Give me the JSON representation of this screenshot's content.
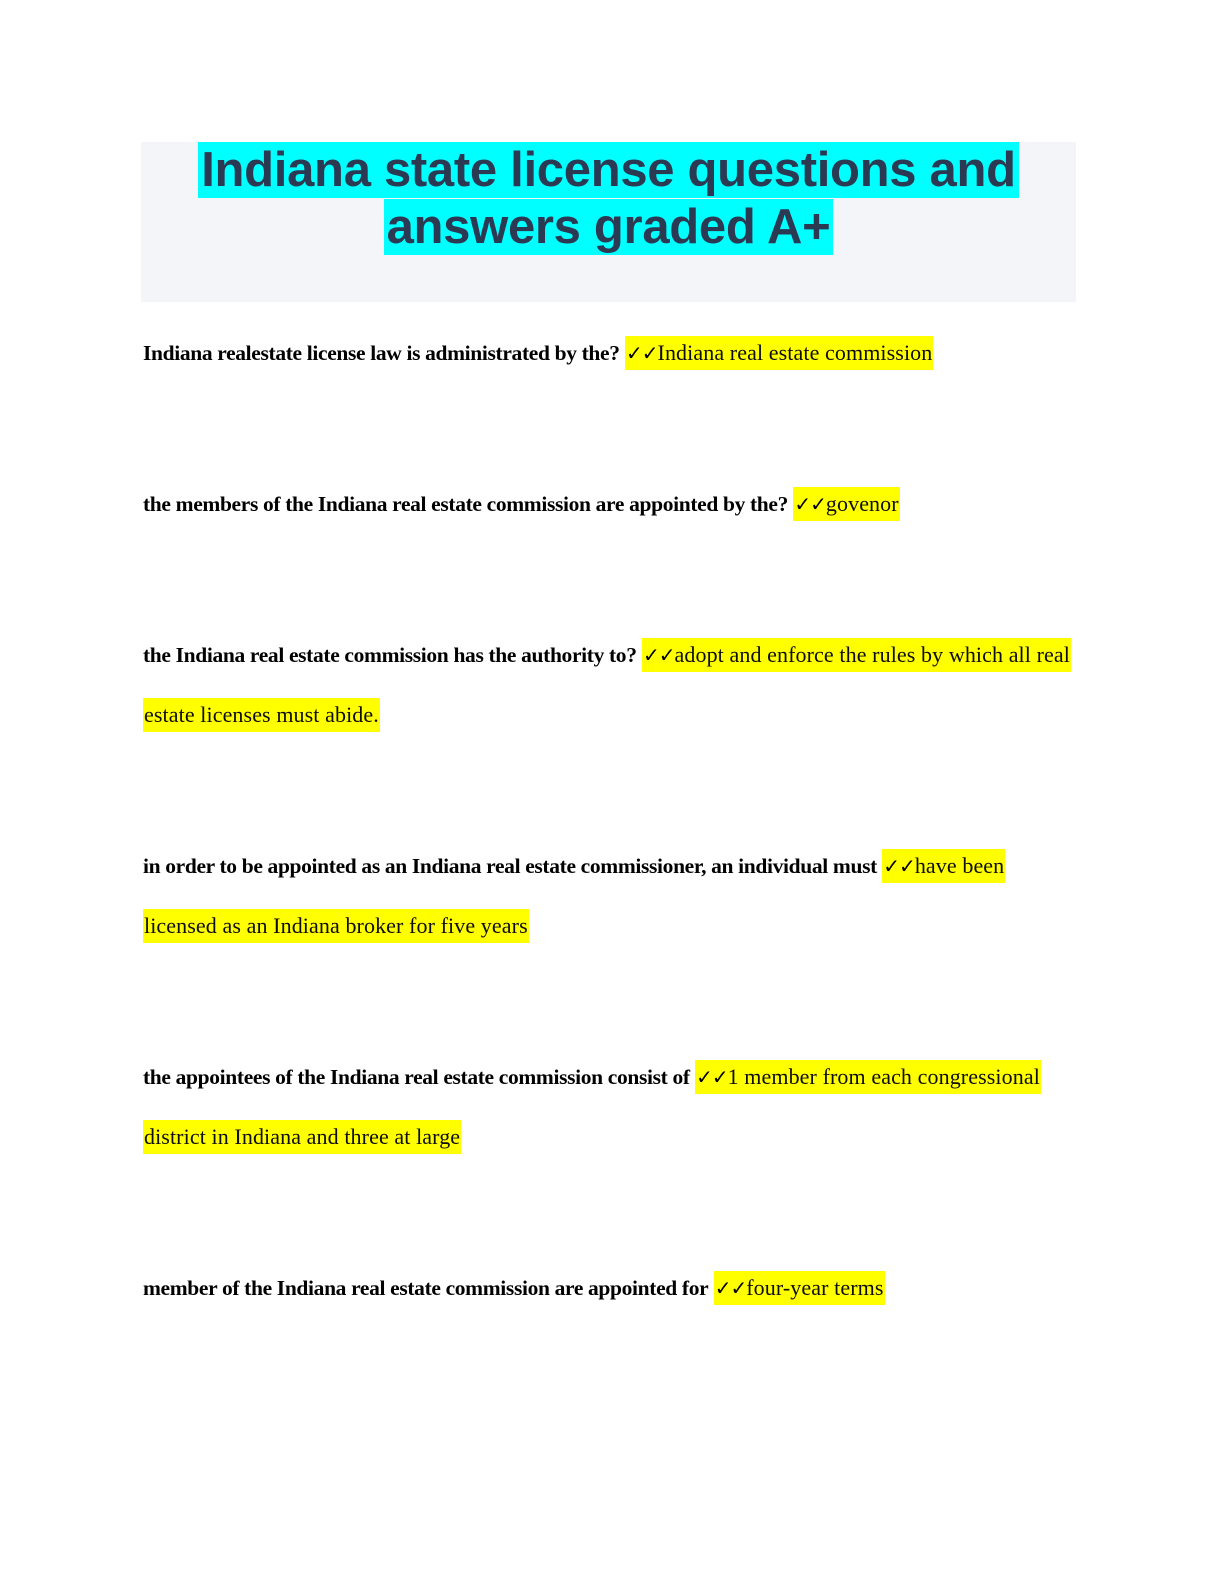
{
  "document": {
    "title_line_1": "Indiana state license questions and",
    "title_line_2": "answers graded A+",
    "title_full": "Indiana state license questions and answers graded A+",
    "highlight_color_title": "#00ffff",
    "highlight_color_answer": "#ffff00",
    "title_text_color": "#2b3a52",
    "header_panel_color": "#f3f5f9",
    "page_background": "#ffffff"
  },
  "answer_marker": "✓✓",
  "qa": [
    {
      "question": "Indiana realestate license law is administrated by the?",
      "answer": "Indiana real estate commission"
    },
    {
      "question": "the members of the Indiana real estate commission are appointed by the?",
      "answer": "govenor"
    },
    {
      "question": "the Indiana real estate commission has the authority to?",
      "answer": "adopt and enforce the rules by which all real estate licenses must abide."
    },
    {
      "question": "in order to be appointed as an Indiana real estate commissioner, an individual must",
      "answer": "have been licensed as an Indiana broker for five years"
    },
    {
      "question": "the appointees of the Indiana real estate commission consist of",
      "answer": "1 member from each congressional district in Indiana and three at large"
    },
    {
      "question": "member of the Indiana real estate commission are appointed for",
      "answer": "four-year terms"
    }
  ]
}
